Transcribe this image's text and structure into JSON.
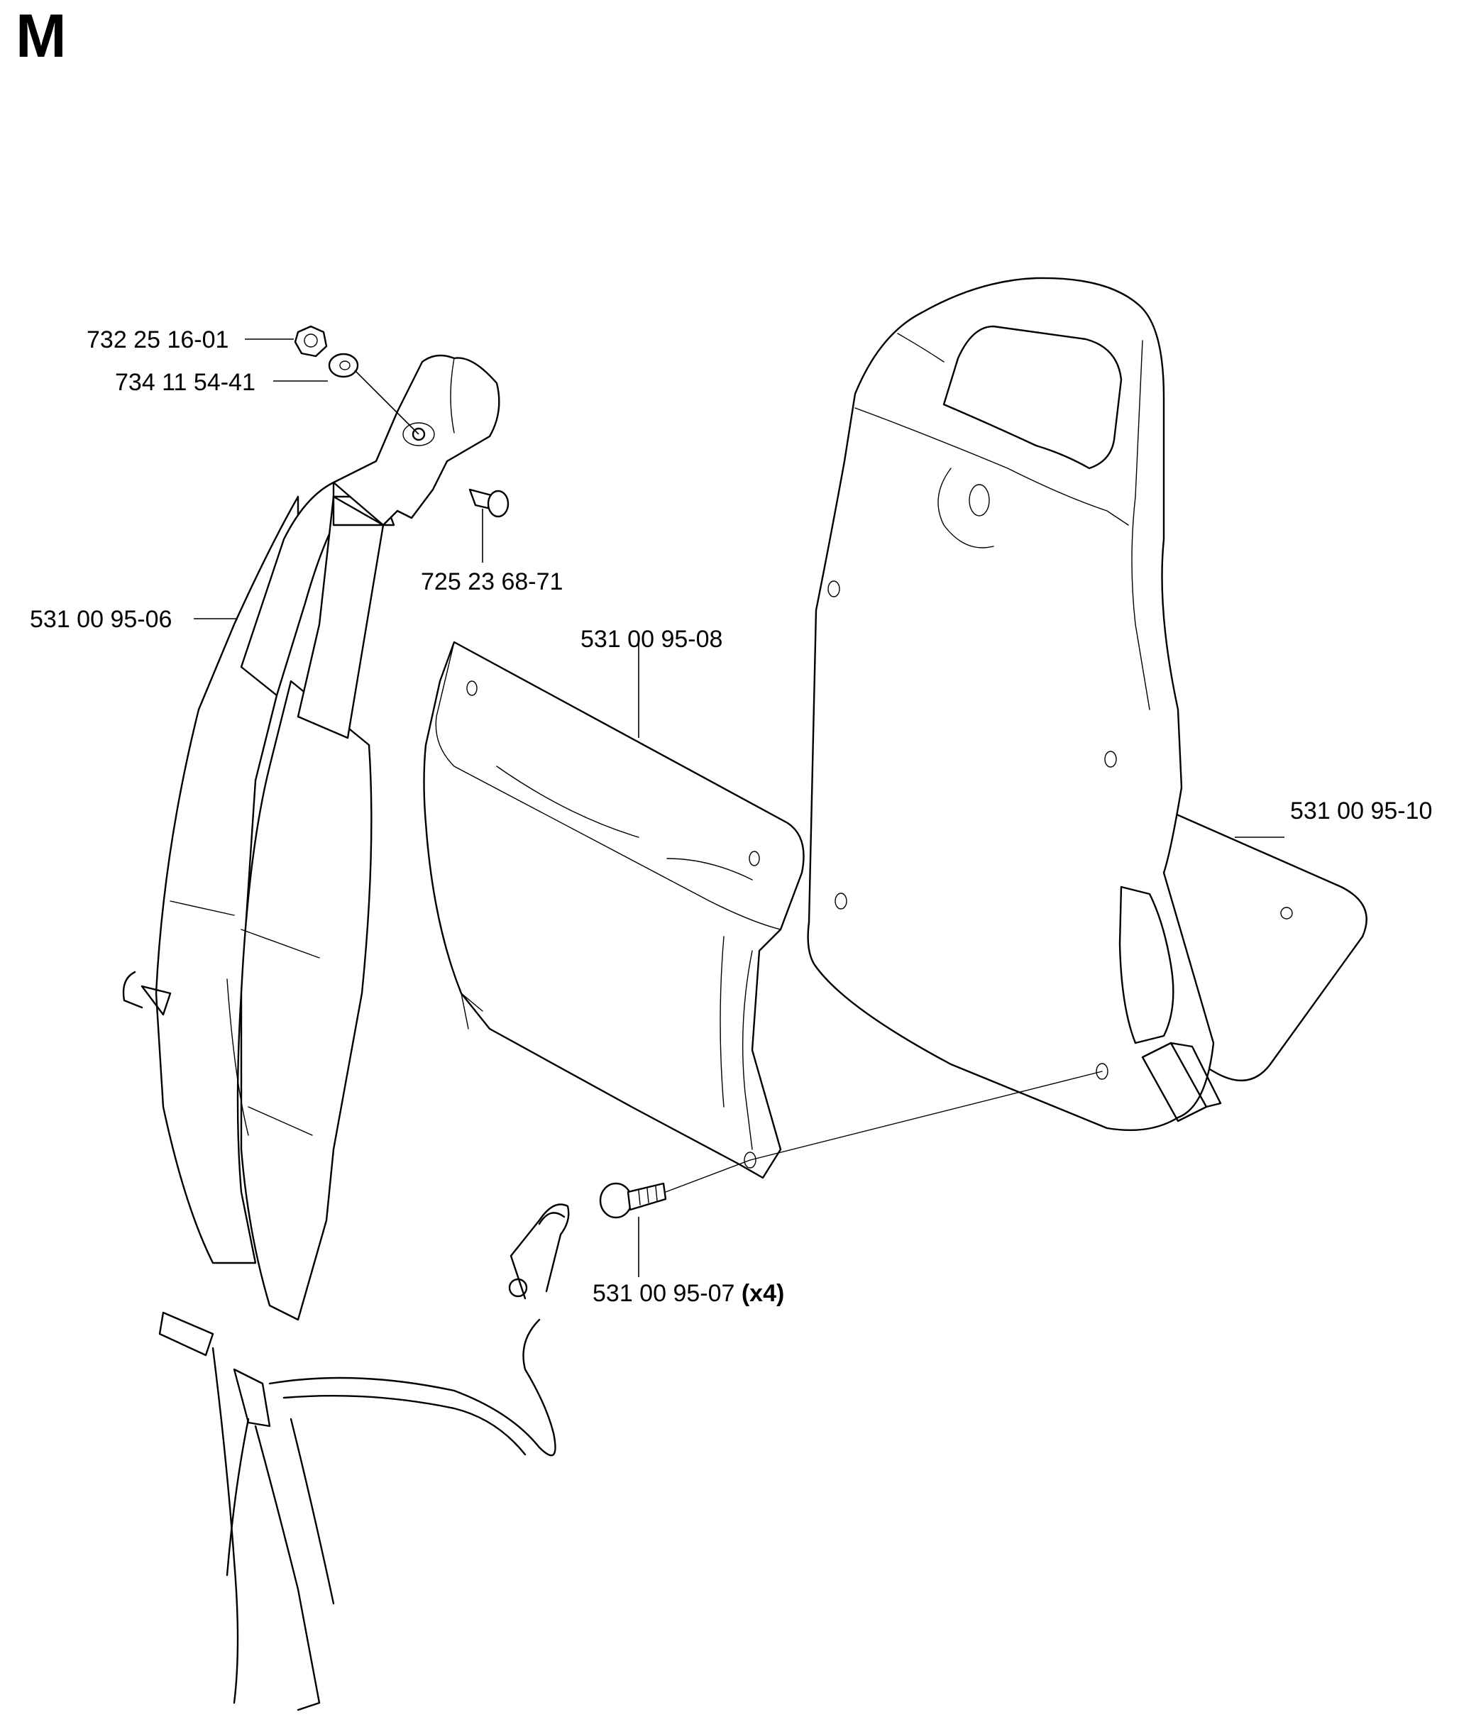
{
  "section": "M",
  "parts": [
    {
      "id": "nut",
      "number": "732 25 16-01"
    },
    {
      "id": "washer",
      "number": "734 11 54-41"
    },
    {
      "id": "screw",
      "number": "725 23 68-71"
    },
    {
      "id": "harness",
      "number": "531 00 95-06"
    },
    {
      "id": "pad",
      "number": "531 00 95-08"
    },
    {
      "id": "plate",
      "number": "531 00 95-10"
    },
    {
      "id": "rivet",
      "number": "531 00 95-07",
      "quantity": "(x4)"
    }
  ]
}
